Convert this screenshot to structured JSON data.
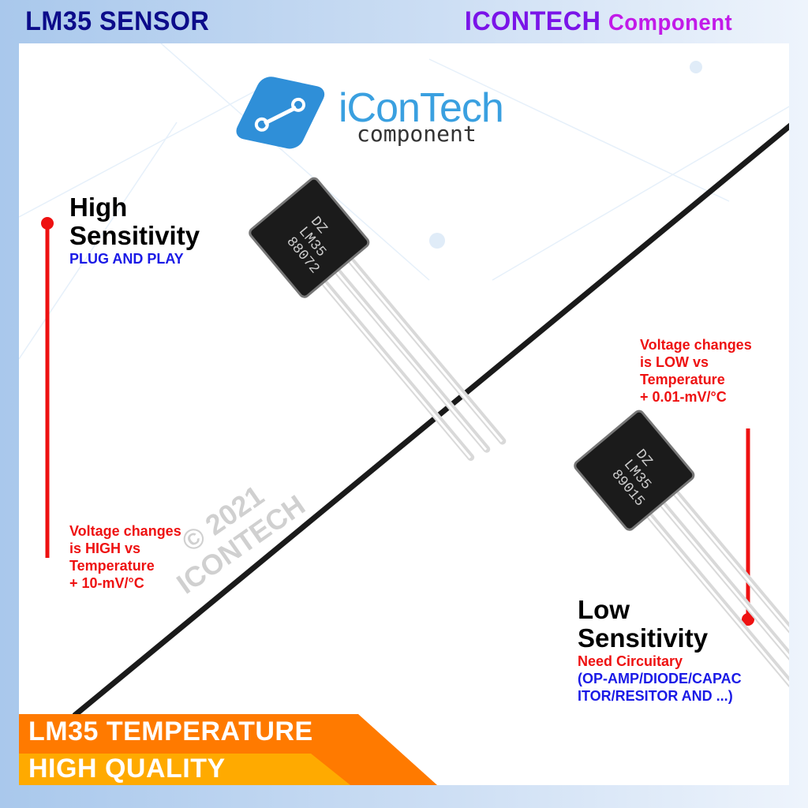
{
  "header": {
    "left_title": "LM35 SENSOR",
    "right_brand": "ICONTECH",
    "right_sub": "Component"
  },
  "logo": {
    "name": "iConTech",
    "tagline": "component",
    "color": "#3aa0e0"
  },
  "left_block": {
    "title_line1": "High",
    "title_line2": "Sensitivity",
    "subtitle": "PLUG AND PLAY",
    "desc": [
      "Voltage changes",
      "is HIGH vs",
      "Temperature",
      "+ 10-mV/°C"
    ]
  },
  "right_block": {
    "desc": [
      "Voltage changes",
      "is LOW vs",
      "Temperature",
      "+ 0.01-mV/°C"
    ],
    "title_line1": "Low",
    "title_line2": "Sensitivity",
    "subtitle": "Need Circuitary",
    "note": [
      "(OP-AMP/DIODE/CAPAC",
      "ITOR/RESITOR AND ...)"
    ]
  },
  "chips": [
    {
      "marking": [
        "88072",
        "LM35",
        "DZ"
      ]
    },
    {
      "marking": [
        "89015",
        "LM35",
        "DZ"
      ]
    }
  ],
  "watermark": {
    "line1": "© 2021",
    "line2": "ICONTECH"
  },
  "banner": {
    "line1": "LM35 TEMPERATURE",
    "line2": "HIGH QUALITY",
    "color_top": "#ff7a00",
    "color_bottom": "#ffaa00"
  },
  "colors": {
    "accent_red": "#ee1111",
    "accent_blue": "#1a1ae6",
    "header_navy": "#0c0c8a",
    "brand_purple": "#8a10e6"
  }
}
